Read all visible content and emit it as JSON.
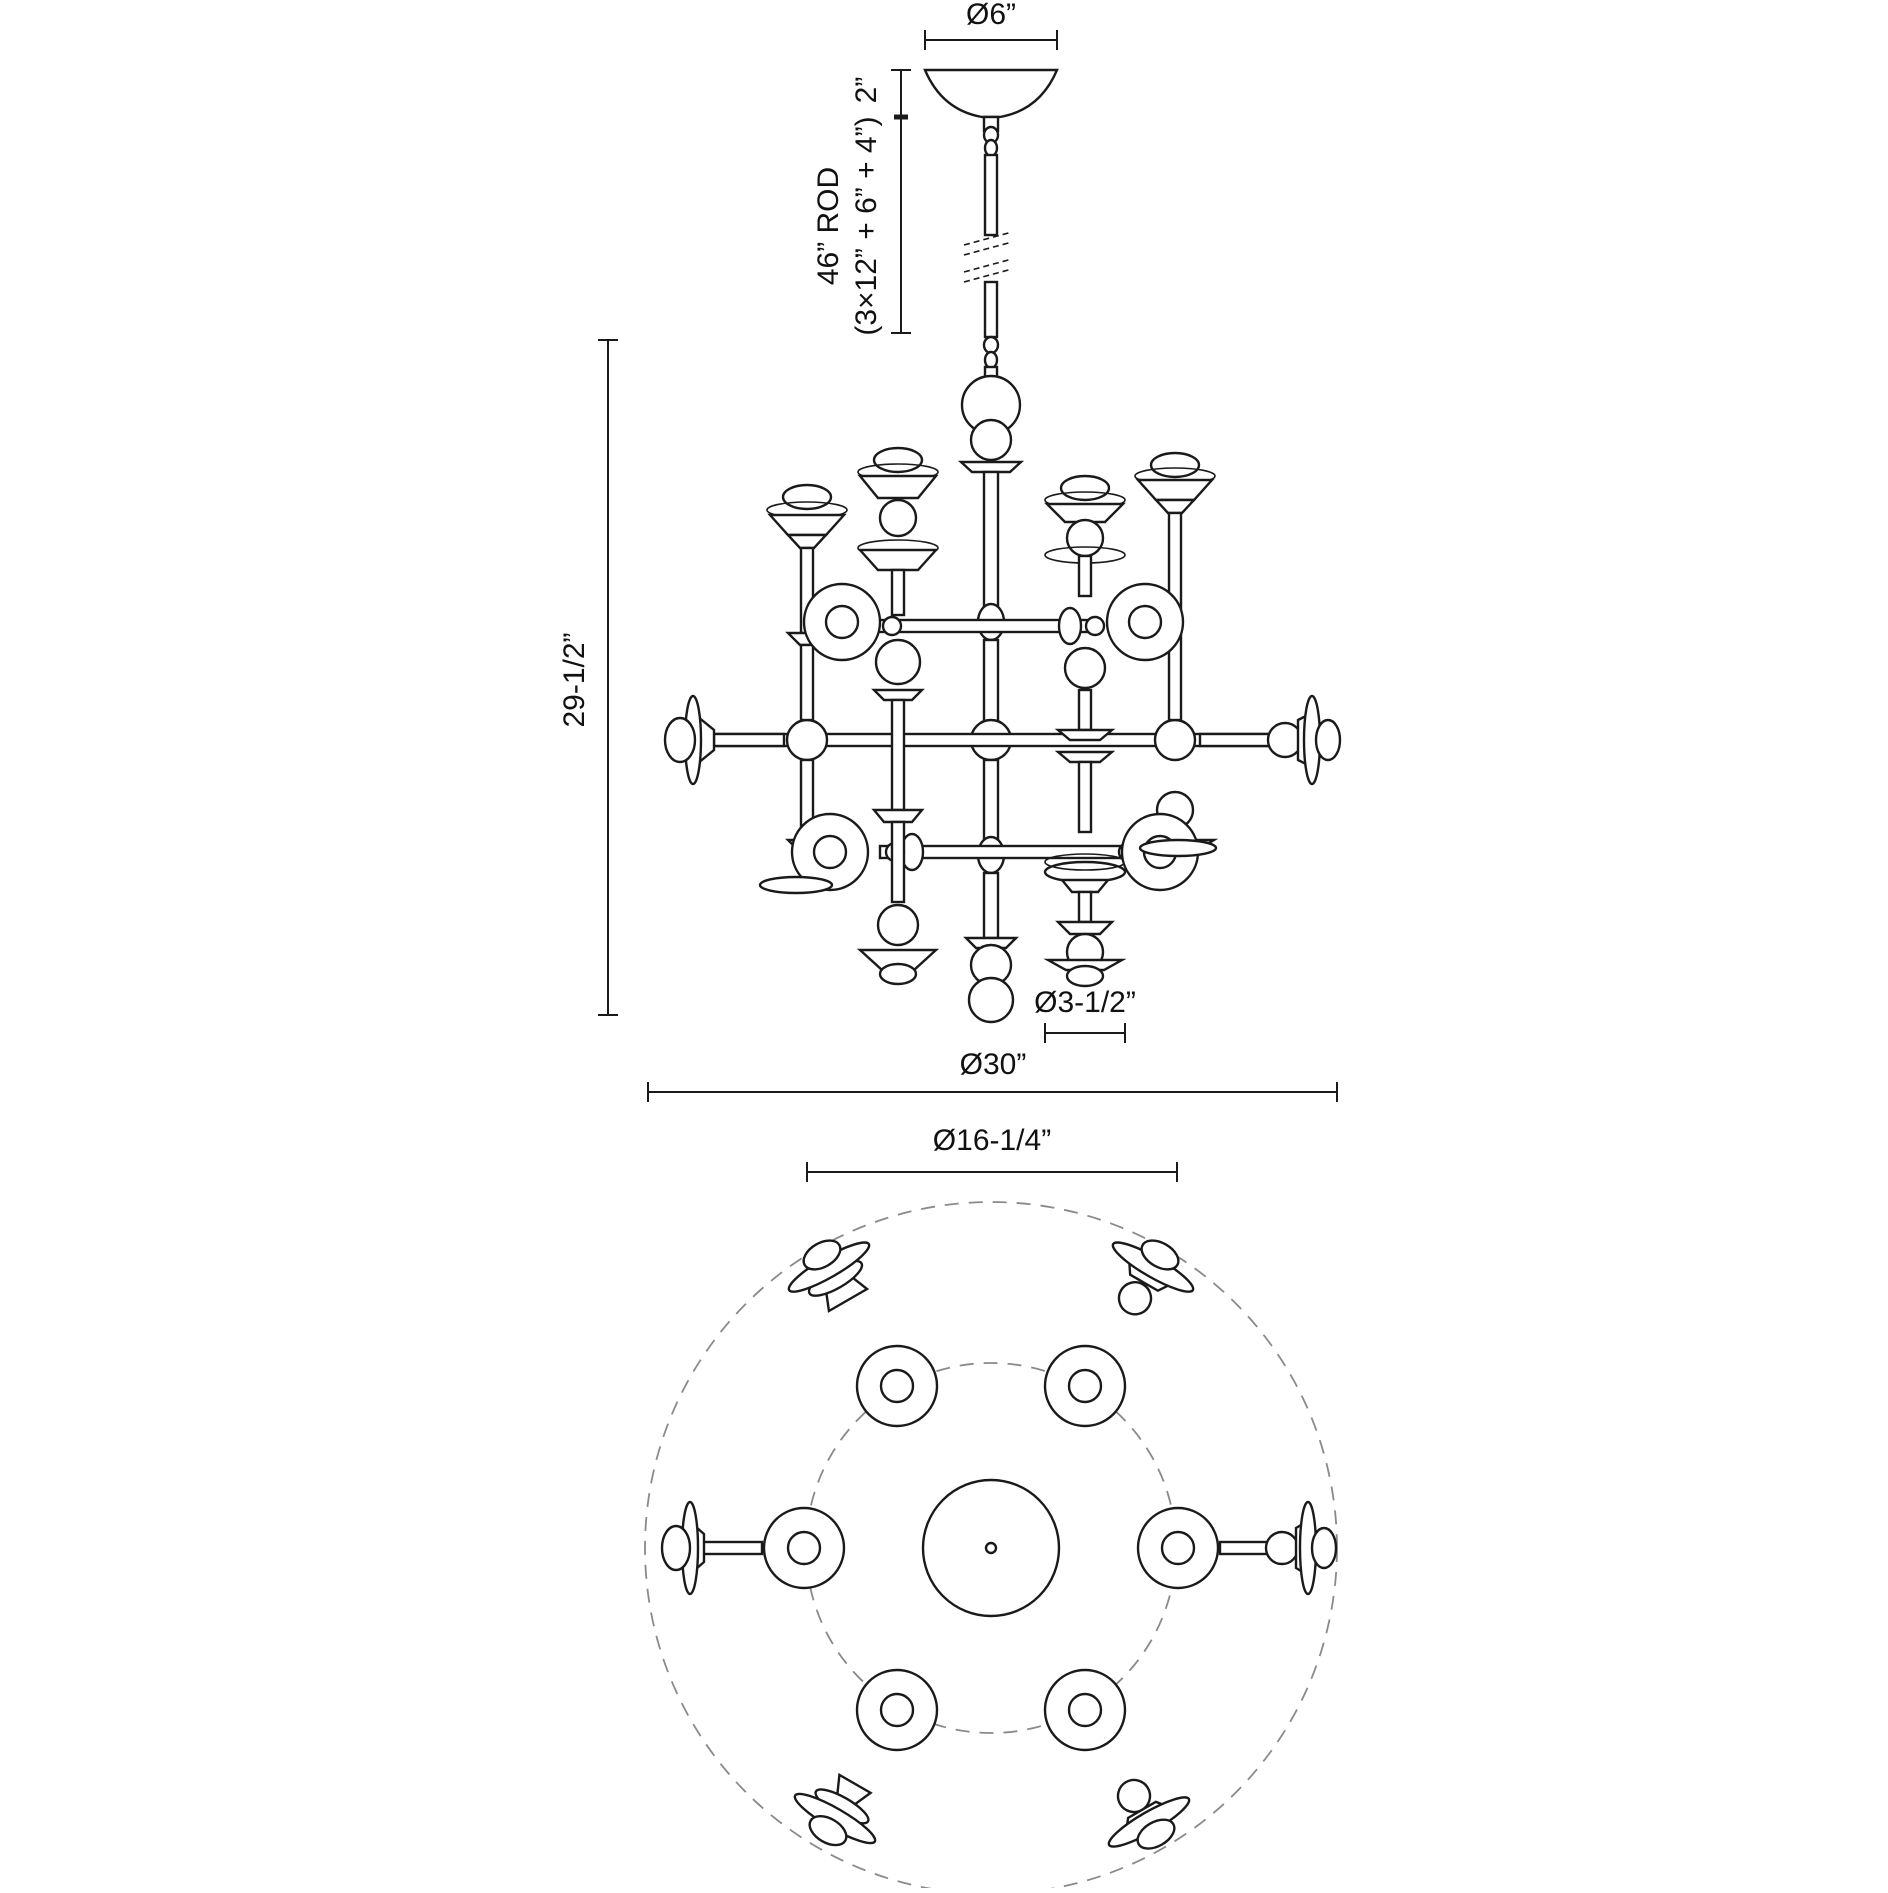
{
  "dimensions": {
    "canopy_diameter": "Ø6”",
    "top_gap": "2”",
    "rod_label": "46” ROD",
    "rod_breakdown": "(3×12” + 6” + 4”)",
    "fixture_height": "29-1/2”",
    "shade_diameter": "Ø3-1/2”",
    "overall_diameter": "Ø30”",
    "inner_diameter": "Ø16-1/4”"
  }
}
